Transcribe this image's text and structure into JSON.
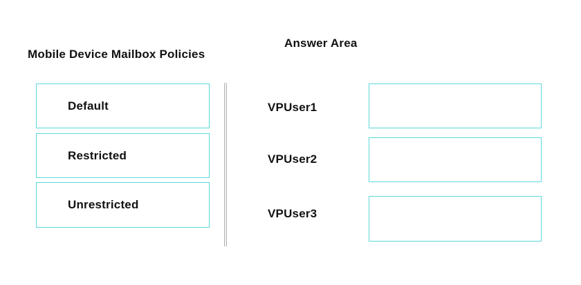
{
  "colors": {
    "box_border": "#5cd8da",
    "divider": "#b3b3b3",
    "text": "#111111",
    "background": "#ffffff"
  },
  "source_panel": {
    "title": "Mobile Device Mailbox Policies",
    "items": [
      {
        "label": "Default"
      },
      {
        "label": "Restricted"
      },
      {
        "label": "Unrestricted"
      }
    ]
  },
  "answer_panel": {
    "title": "Answer Area",
    "rows": [
      {
        "label": "VPUser1",
        "value": ""
      },
      {
        "label": "VPUser2",
        "value": ""
      },
      {
        "label": "VPUser3",
        "value": ""
      }
    ]
  }
}
